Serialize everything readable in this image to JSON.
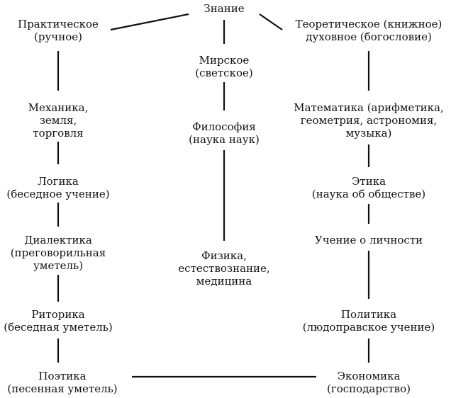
{
  "root": {
    "lines": [
      "Знание"
    ]
  },
  "left": [
    {
      "lines": [
        "Практическое",
        "(ручное)"
      ]
    },
    {
      "lines": [
        "Механика,",
        "земля,",
        "торговля"
      ]
    },
    {
      "lines": [
        "Логика",
        "(беседное учение)"
      ]
    },
    {
      "lines": [
        "Диалектика",
        "(преговорильная",
        "уметель)"
      ]
    },
    {
      "lines": [
        "Риторика",
        "(беседная уметель)"
      ]
    },
    {
      "lines": [
        "Поэтика",
        "(песенная уметель)"
      ]
    }
  ],
  "middle": [
    {
      "lines": [
        "Мирское",
        "(светское)"
      ]
    },
    {
      "lines": [
        "Философия",
        "(наука наук)"
      ]
    },
    {
      "lines": [
        "Физика,",
        "естествознание,",
        "медицина"
      ]
    }
  ],
  "right": [
    {
      "lines": [
        "Теоретическое (книжное)",
        "духовное (богословие)"
      ]
    },
    {
      "lines": [
        "Математика (арифметика,",
        "геометрия, астрономия,",
        "музыка)"
      ]
    },
    {
      "lines": [
        "Этика",
        "(наука об обществе)"
      ]
    },
    {
      "lines": [
        "Учение о личности"
      ]
    },
    {
      "lines": [
        "Политика",
        "(людоправское учение)"
      ]
    },
    {
      "lines": [
        "Экономика",
        "(господарство)"
      ]
    }
  ]
}
